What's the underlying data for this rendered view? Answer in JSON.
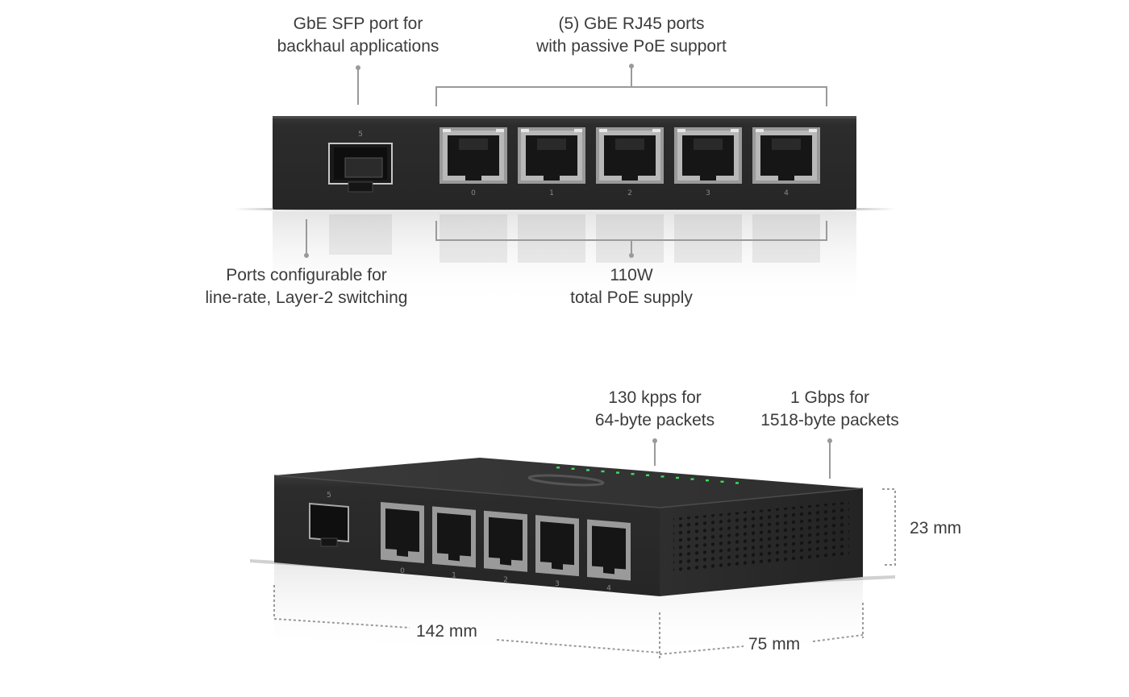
{
  "front_view": {
    "sfp_caption": [
      "GbE SFP port for",
      "backhaul applications"
    ],
    "rj45_caption": [
      "(5) GbE RJ45 ports",
      "with passive PoE support"
    ],
    "switching_caption": [
      "Ports configurable for",
      "line-rate, Layer-2 switching"
    ],
    "poe_caption": [
      "110W",
      "total PoE supply"
    ],
    "sfp_port_label": "5",
    "rj45_port_labels": [
      "0",
      "1",
      "2",
      "3",
      "4"
    ]
  },
  "perspective_view": {
    "kpps_caption": [
      "130 kpps for",
      "64-byte packets"
    ],
    "gbps_caption": [
      "1 Gbps for",
      "1518-byte packets"
    ],
    "height": "23 mm",
    "width": "142 mm",
    "depth": "75 mm",
    "sfp_port_label": "5",
    "rj45_port_labels": [
      "0",
      "1",
      "2",
      "3",
      "4"
    ]
  },
  "colors": {
    "device_body": "#2a2a2a",
    "callout_line": "#9a9a9a",
    "led": "#3ddc5a"
  }
}
